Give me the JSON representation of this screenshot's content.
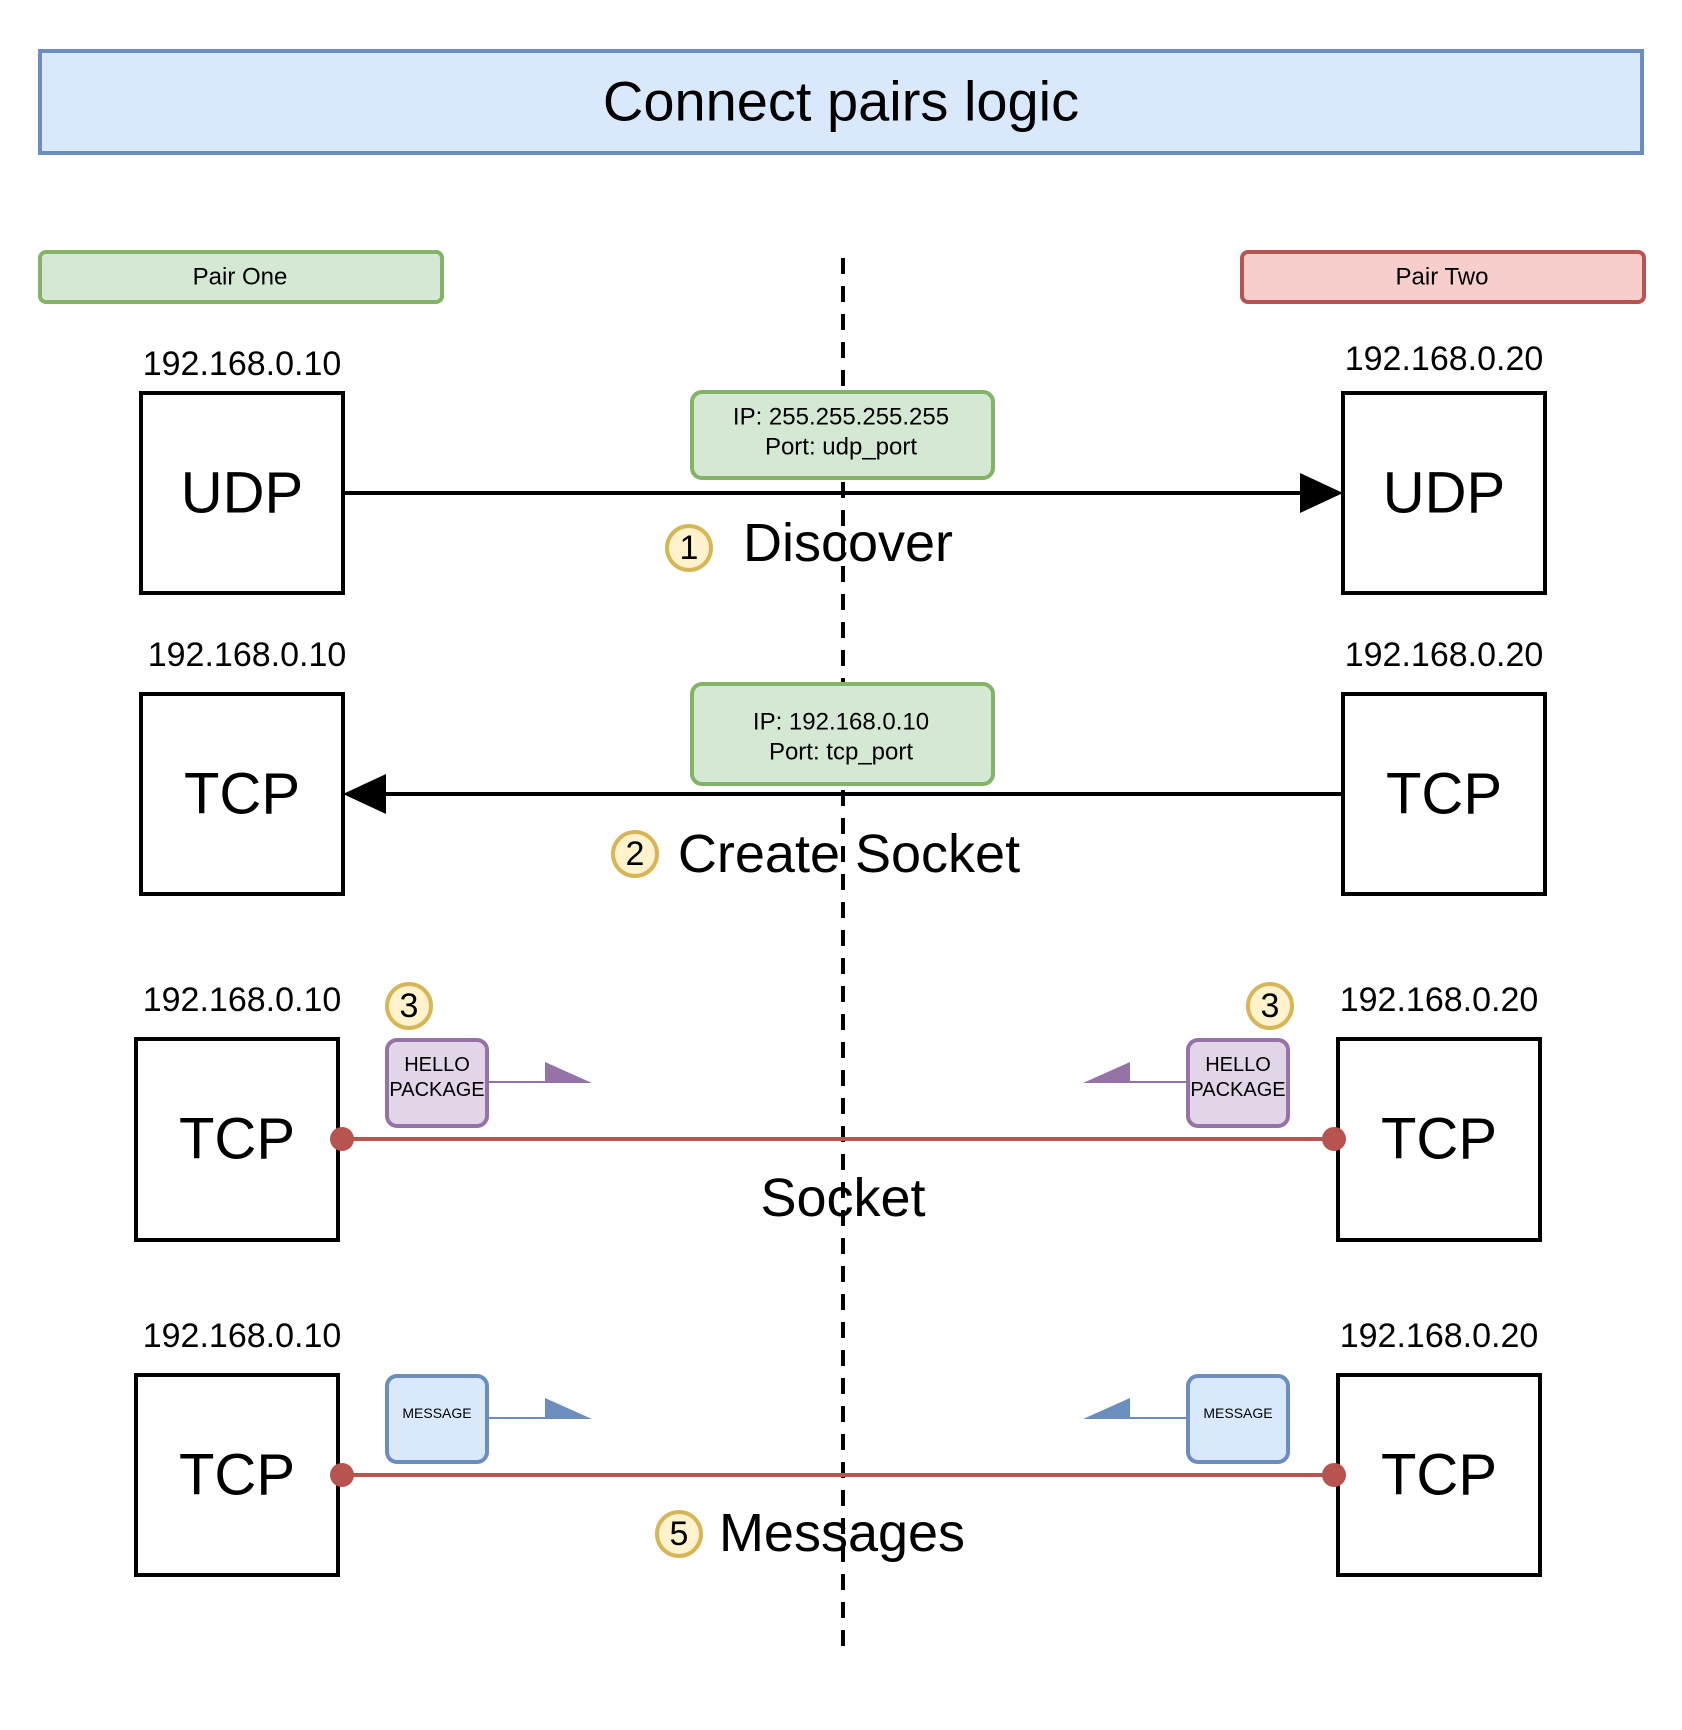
{
  "title": "Connect pairs logic",
  "pair_one": {
    "label": "Pair One",
    "ip": "192.168.0.10"
  },
  "pair_two": {
    "label": "Pair Two",
    "ip": "192.168.0.20"
  },
  "colors": {
    "title_fill": "#dae8fc",
    "title_stroke": "#6c8ebf",
    "pair_one_fill": "#d5e8d4",
    "pair_one_stroke": "#82b366",
    "pair_two_fill": "#f8cecc",
    "pair_two_stroke": "#b85450",
    "badge_fill": "#fff2cc",
    "badge_stroke": "#d6b656",
    "hello_fill": "#e1d5e7",
    "hello_stroke": "#9673a6",
    "message_fill": "#dae8fc",
    "message_stroke": "#6c8ebf",
    "socket_line": "#b85450"
  },
  "steps": {
    "discover": {
      "number": "1",
      "label": "Discover",
      "left_box": "UDP",
      "right_box": "UDP",
      "note_ip": "IP: 255.255.255.255",
      "note_port": "Port: udp_port"
    },
    "create_socket": {
      "number": "2",
      "label": "Create Socket",
      "left_box": "TCP",
      "right_box": "TCP",
      "note_ip": "IP: 192.168.0.10",
      "note_port": "Port: tcp_port"
    },
    "socket": {
      "number": "3",
      "label": "Socket",
      "left_box": "TCP",
      "right_box": "TCP",
      "packet_line1": "HELLO",
      "packet_line2": "PACKAGE"
    },
    "messages": {
      "number": "5",
      "label": "Messages",
      "left_box": "TCP",
      "right_box": "TCP",
      "packet": "MESSAGE"
    }
  }
}
